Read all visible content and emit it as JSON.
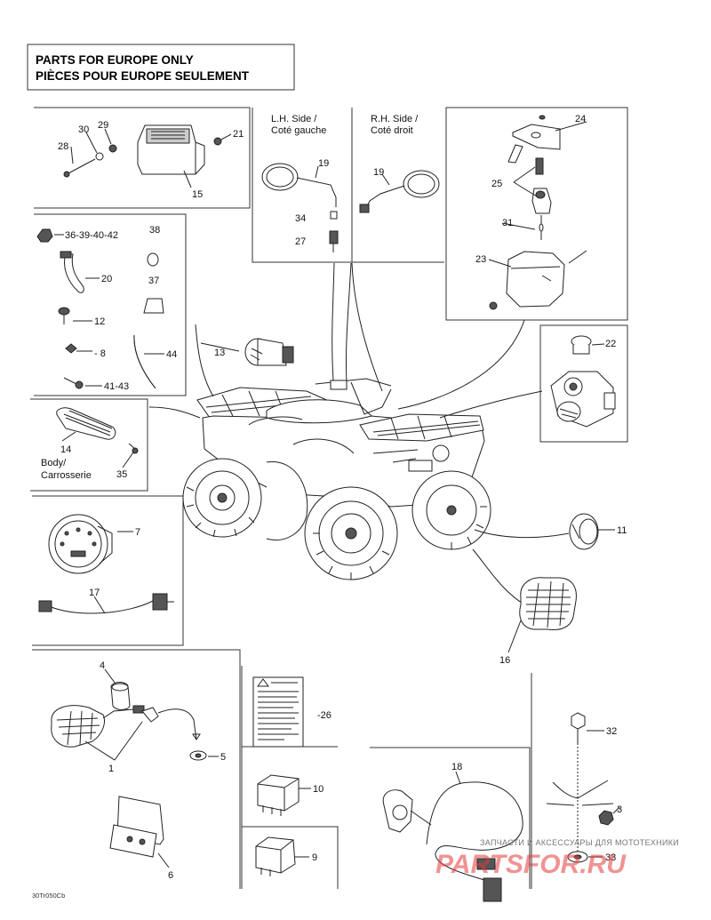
{
  "header": {
    "line1": "PARTS FOR EUROPE ONLY",
    "line2": "PIÈCES POUR EUROPE SEULEMENT"
  },
  "mirror_labels": {
    "lh": [
      "L.H. Side /",
      "Coté gauche"
    ],
    "rh": [
      "R.H. Side /",
      "Coté droit"
    ]
  },
  "body_label": [
    "Body/",
    "Carrosserie"
  ],
  "callouts": {
    "c28": "28",
    "c30": "30",
    "c29": "29",
    "c21": "21",
    "c15": "15",
    "c19a": "19",
    "c34": "34",
    "c27": "27",
    "c19b": "19",
    "c24": "24",
    "c25": "25",
    "c31": "31",
    "c23": "23",
    "c36": "36-39-40-42",
    "c38": "38",
    "c20": "20",
    "c37": "37",
    "c12": "12",
    "c8": "- 8",
    "c44": "44",
    "c41": "41-43",
    "c13": "13",
    "c22": "22",
    "c14": "14",
    "c35": "35",
    "c7": "7",
    "c17": "17",
    "c11": "11",
    "c16": "16",
    "c4": "4",
    "c1": "1",
    "c5": "5",
    "c26": "-26",
    "c10": "10",
    "c9": "9",
    "c6": "6",
    "c18": "18",
    "c32": "32",
    "c3": "3",
    "c33": "33"
  },
  "watermark": {
    "line1": "ЗАПЧАСТИ И АКСЕССУАРЫ ДЛЯ МОТОТЕХНИКИ",
    "line2": "PARTSFOR.RU"
  },
  "drawing_code": "30Tr050Cb",
  "icons": [
    "tail-light-icon",
    "mirror-icon",
    "ignition-switch-icon",
    "headlight-icon",
    "horn-icon",
    "gauge-icon",
    "relay-icon",
    "turn-signal-icon",
    "reflector-icon",
    "atv-icon",
    "cable-tie-icon",
    "o-ring-icon",
    "hose-icon",
    "bolt-icon",
    "nut-icon",
    "harness-icon",
    "decal-icon"
  ]
}
